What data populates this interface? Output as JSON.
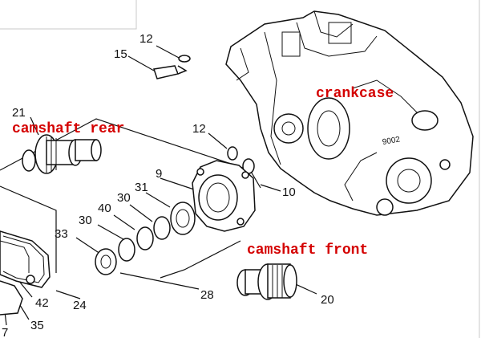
{
  "annotations": {
    "crankcase": "crankcase",
    "camshaft_rear": "camshaft rear",
    "camshaft_front": "camshaft front"
  },
  "callouts": [
    "12",
    "15",
    "21",
    "12",
    "9",
    "31",
    "30",
    "40",
    "30",
    "10",
    "33",
    "28",
    "20",
    "42",
    "24",
    "35",
    "7"
  ],
  "colors": {
    "annotation": "#d40000",
    "linework": "#111111",
    "background": "#ffffff"
  }
}
